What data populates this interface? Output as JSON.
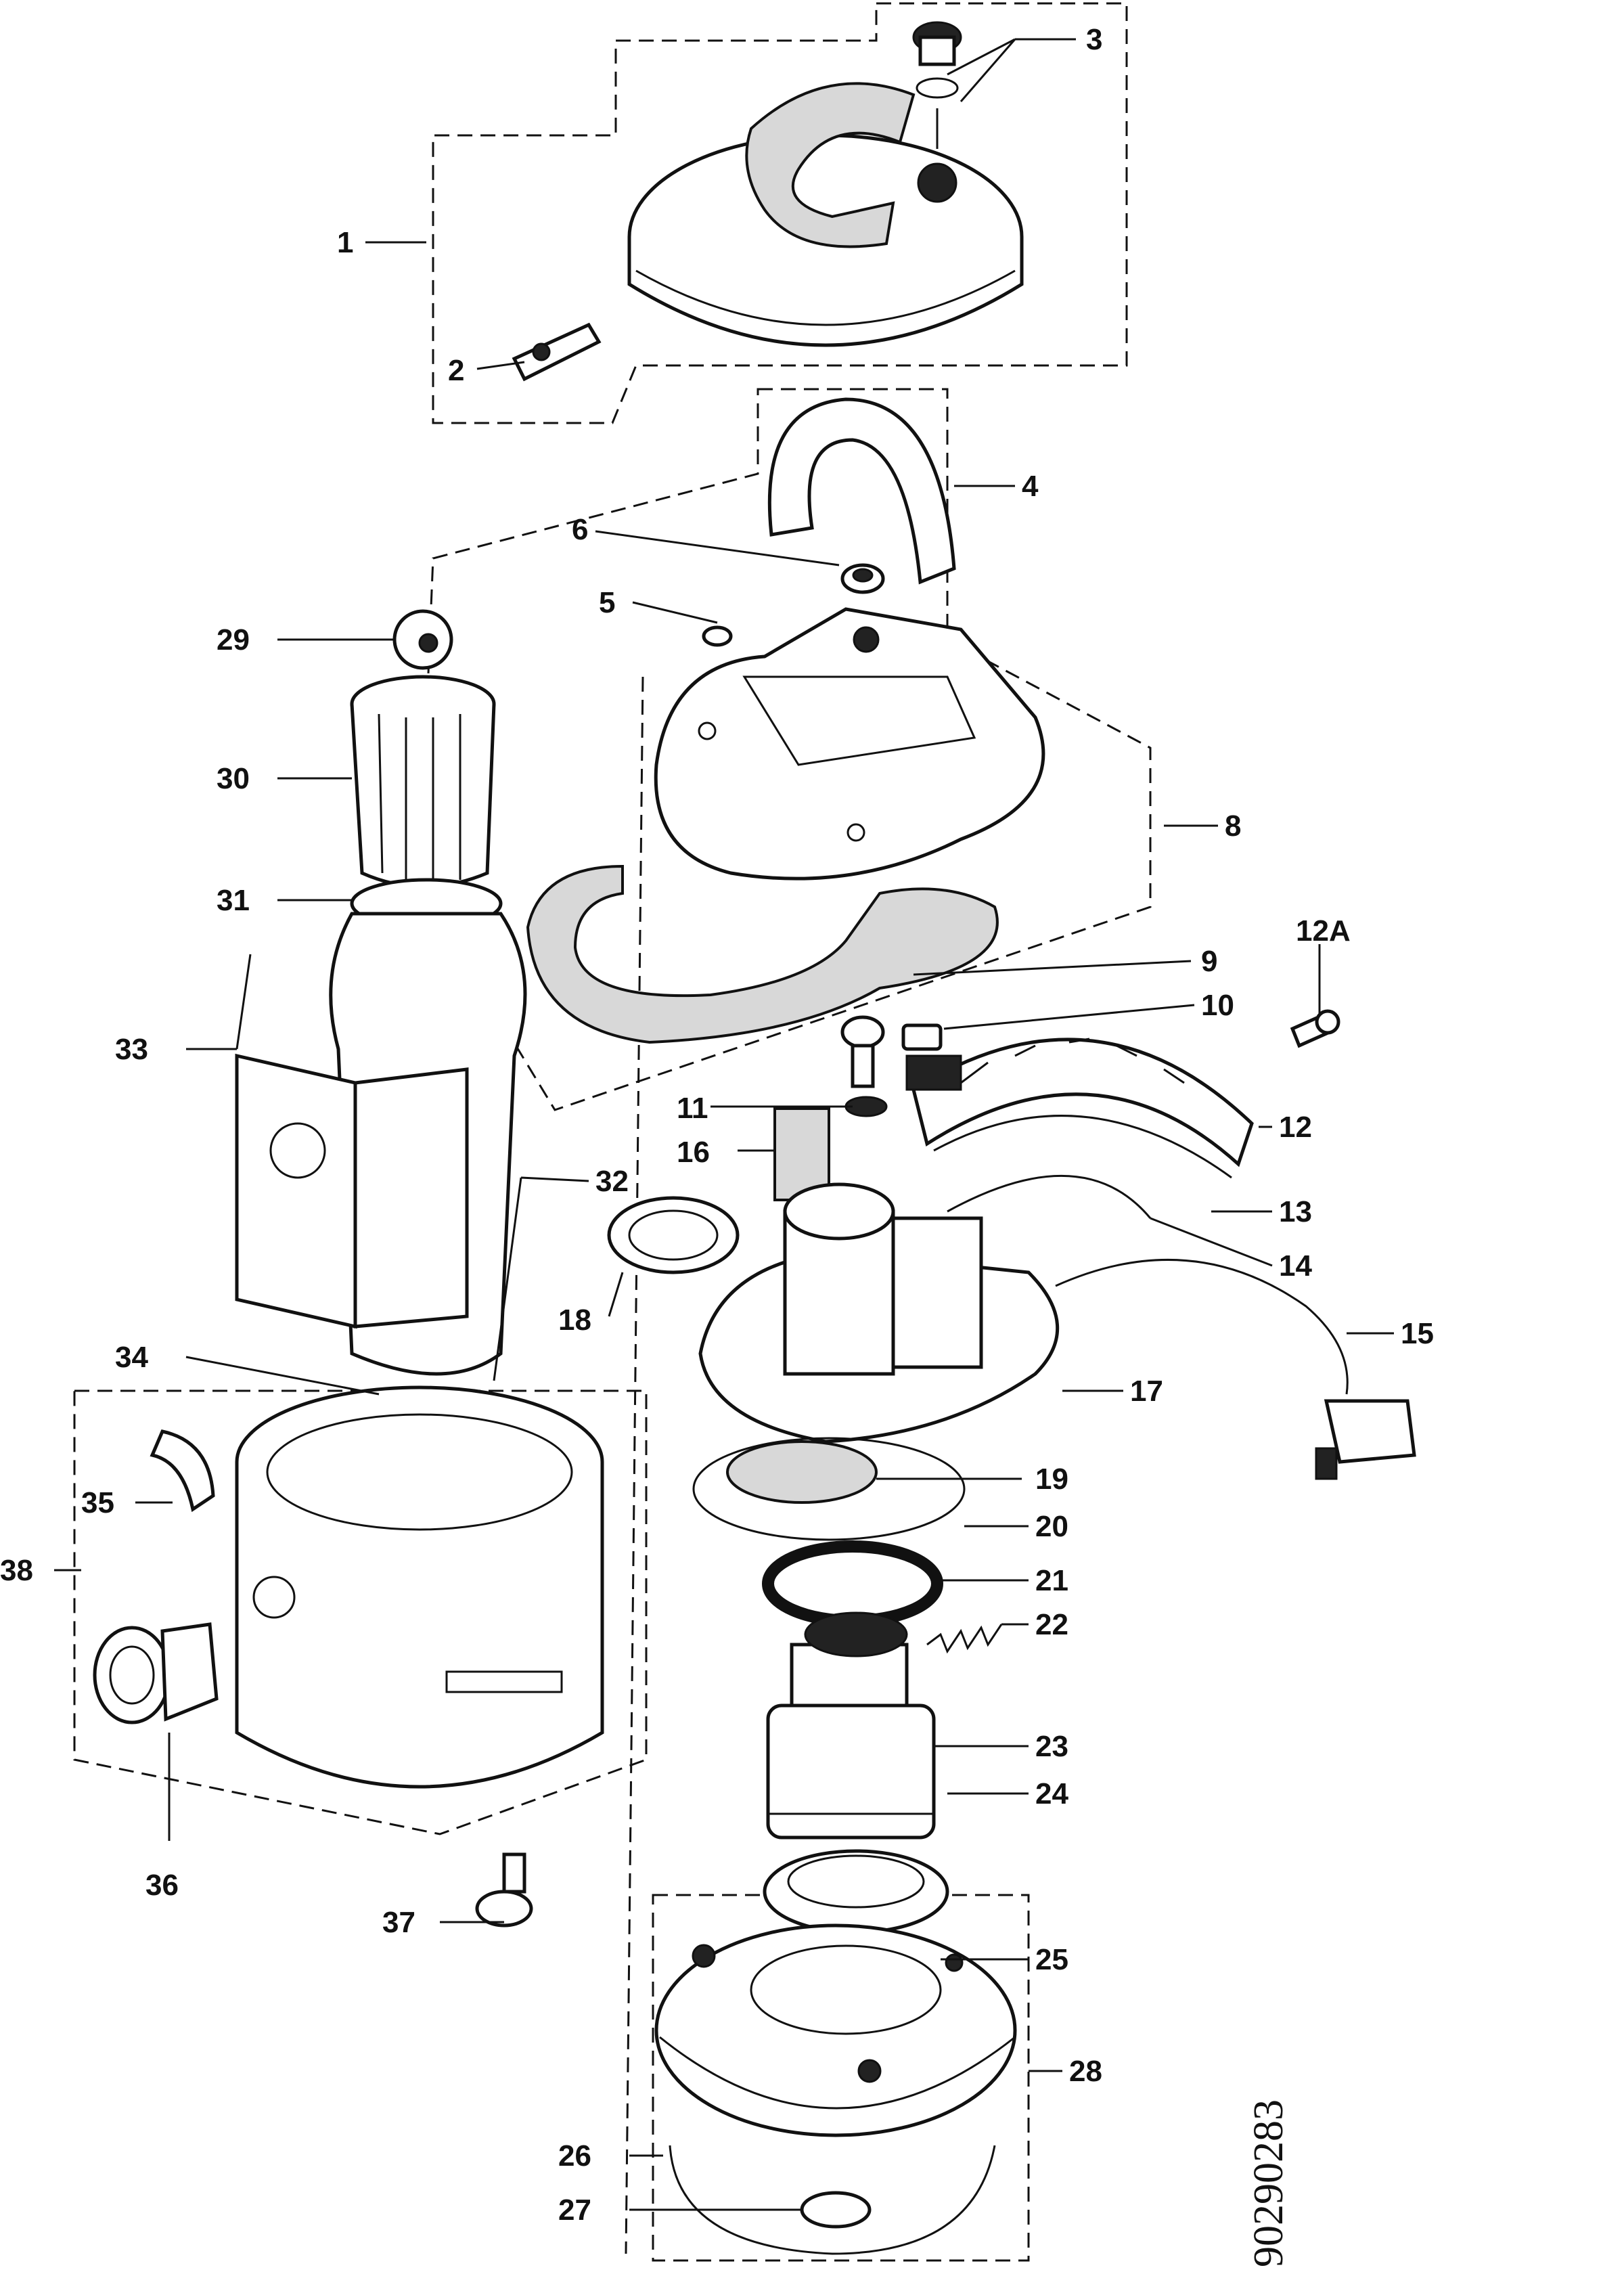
{
  "callouts": [
    "1",
    "2",
    "3",
    "4",
    "5",
    "6",
    "8",
    "9",
    "10",
    "11",
    "12",
    "12A",
    "13",
    "14",
    "15",
    "16",
    "17",
    "18",
    "19",
    "20",
    "21",
    "22",
    "23",
    "24",
    "25",
    "26",
    "27",
    "28",
    "29",
    "30",
    "31",
    "32",
    "33",
    "34",
    "35",
    "36",
    "37",
    "38"
  ],
  "drawing_code": "90290283"
}
